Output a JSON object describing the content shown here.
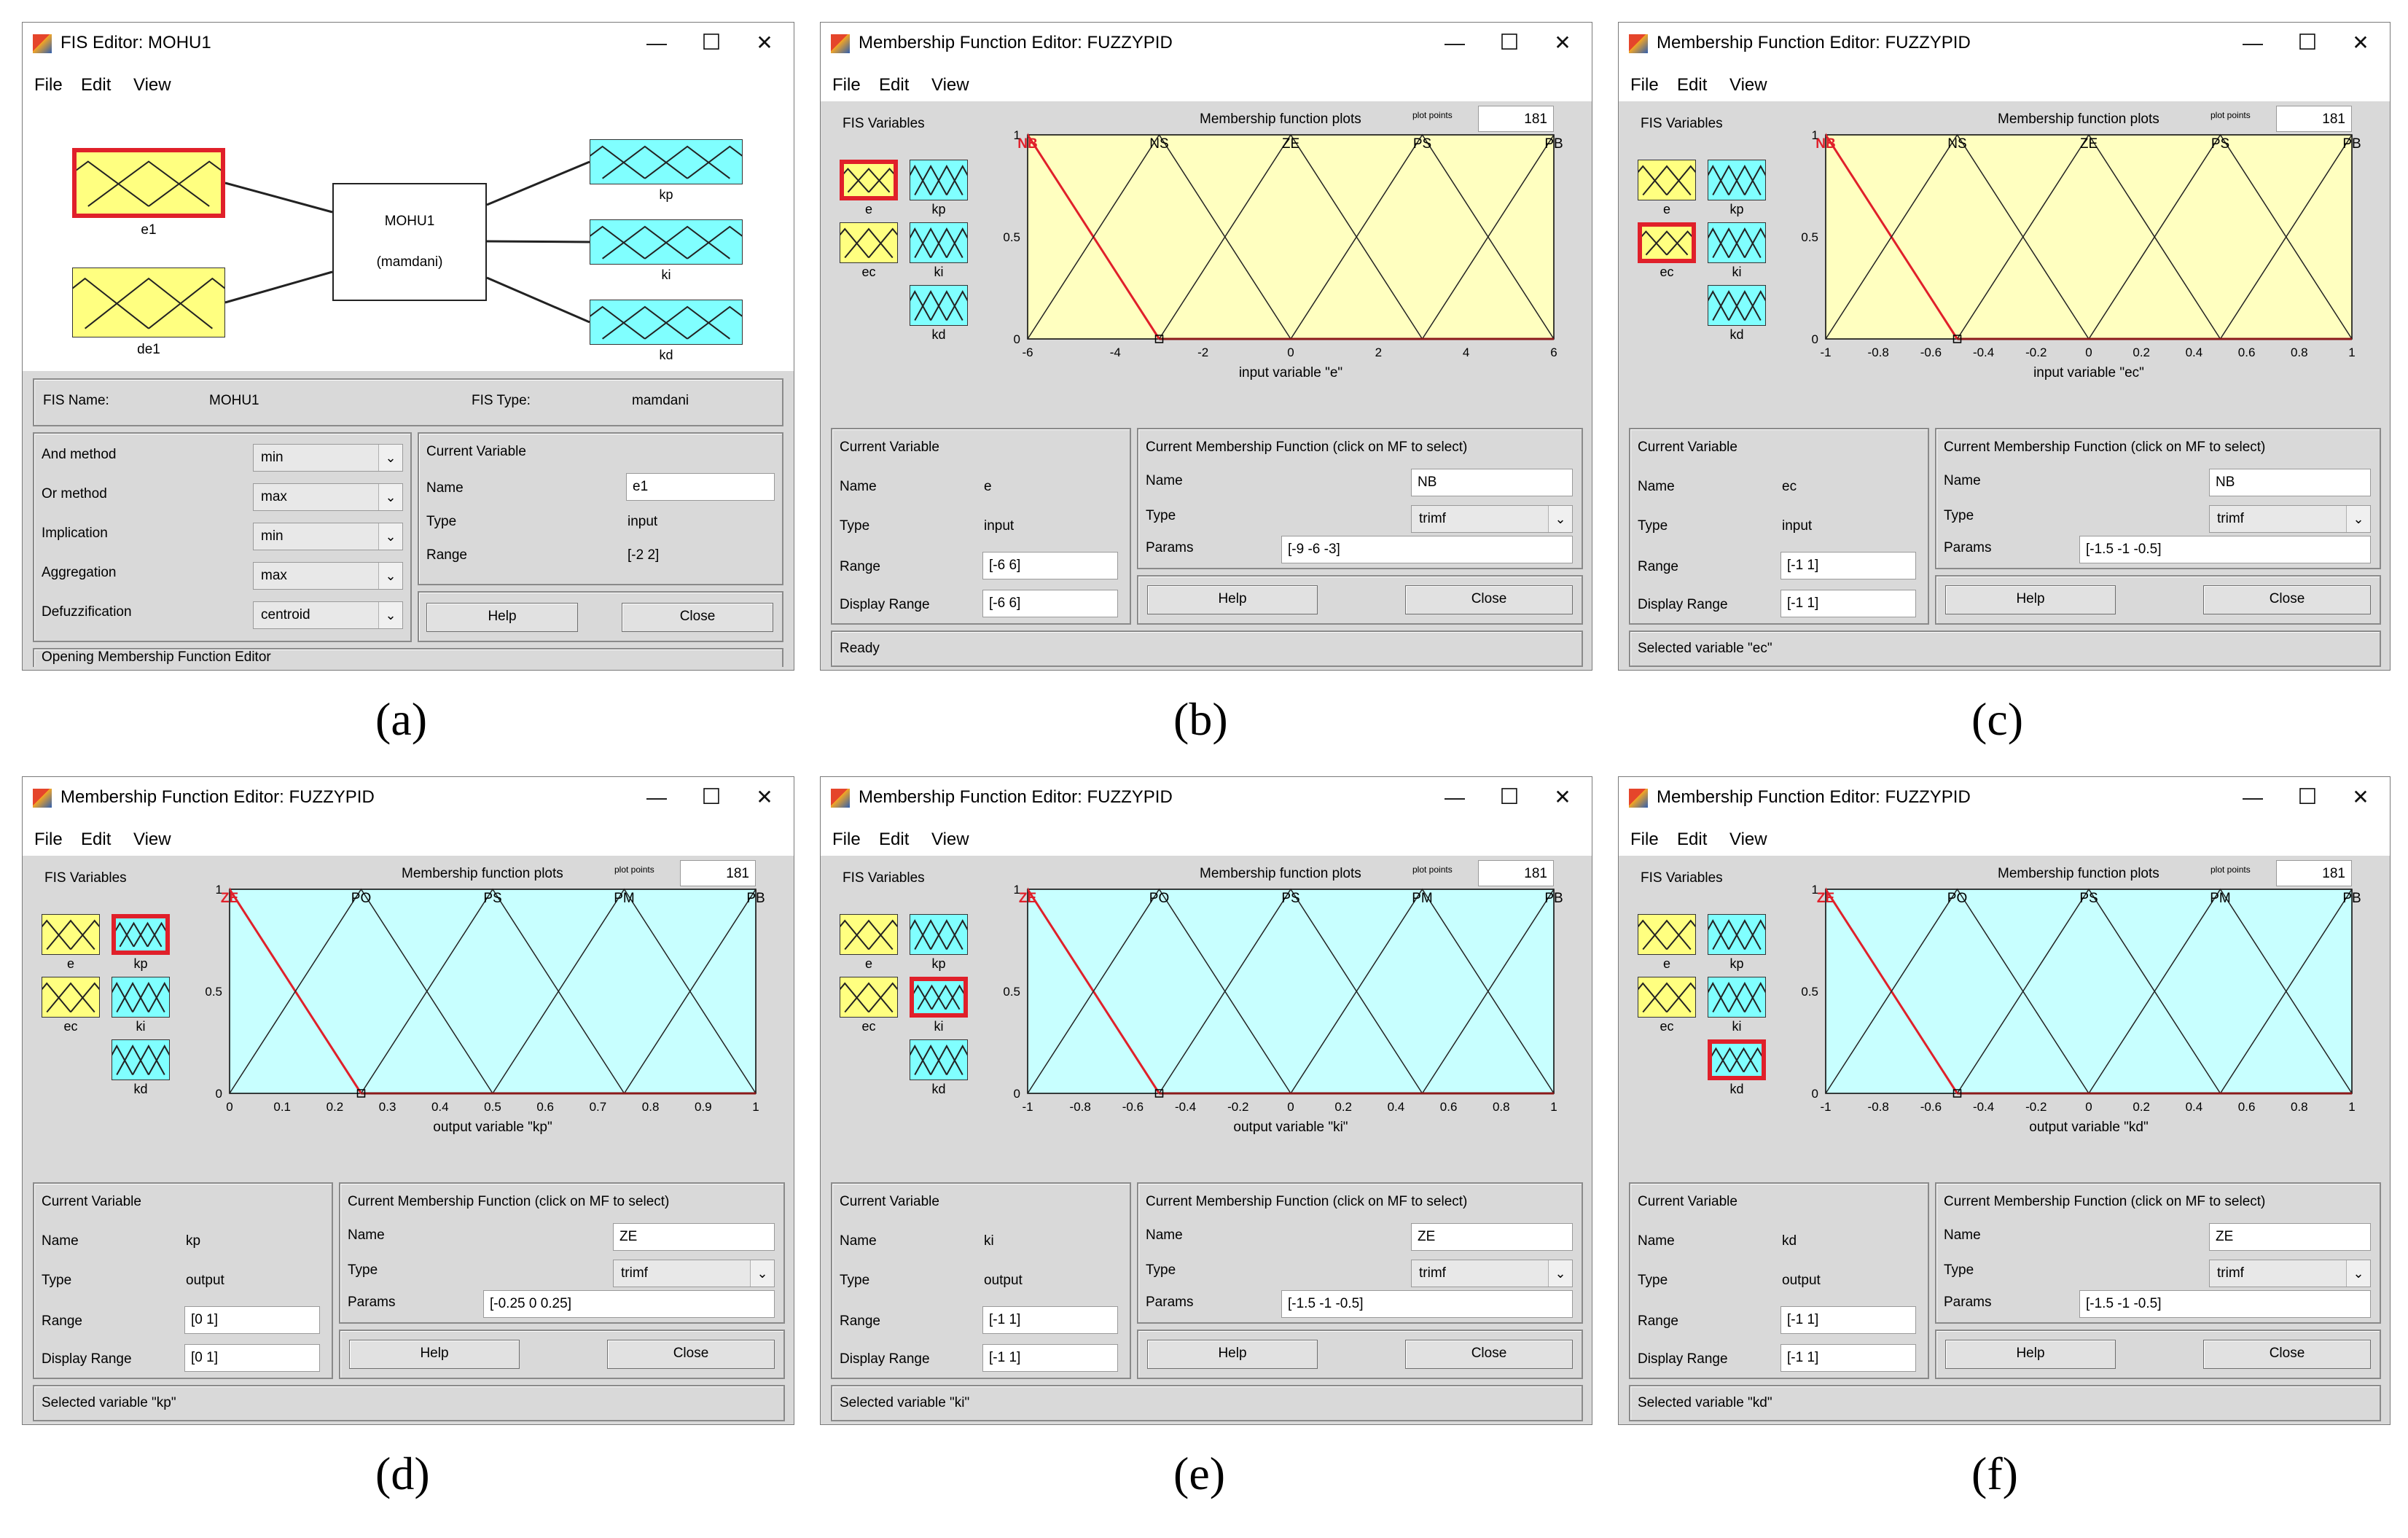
{
  "fis_editor": {
    "caption": "(a)",
    "title": "FIS Editor: MOHU1",
    "menu": [
      "File",
      "Edit",
      "View"
    ],
    "inputs": [
      {
        "name": "e1"
      },
      {
        "name": "de1"
      }
    ],
    "outputs": [
      {
        "name": "kp"
      },
      {
        "name": "ki"
      },
      {
        "name": "kd"
      }
    ],
    "system": {
      "name": "MOHU1",
      "type": "(mamdani)"
    },
    "fis_name_label": "FIS Name:",
    "fis_name": "MOHU1",
    "fis_type_label": "FIS Type:",
    "fis_type": "mamdani",
    "methods": [
      {
        "label": "And method",
        "value": "min"
      },
      {
        "label": "Or method",
        "value": "max"
      },
      {
        "label": "Implication",
        "value": "min"
      },
      {
        "label": "Aggregation",
        "value": "max"
      },
      {
        "label": "Defuzzification",
        "value": "centroid"
      }
    ],
    "current_variable": {
      "heading": "Current Variable",
      "name_label": "Name",
      "name": "e1",
      "type_label": "Type",
      "type": "input",
      "range_label": "Range",
      "range": "[-2 2]"
    },
    "help_label": "Help",
    "close_label": "Close",
    "status": "Opening Membership Function Editor"
  },
  "mf_common": {
    "menu": [
      "File",
      "Edit",
      "View"
    ],
    "fis_variables_label": "FIS Variables",
    "plots_label": "Membership function plots",
    "plot_points_label": "plot points",
    "plot_points": "181",
    "current_variable_heading": "Current Variable",
    "current_mf_heading": "Current Membership Function (click on MF to select)",
    "name_label": "Name",
    "type_label": "Type",
    "range_label": "Range",
    "display_range_label": "Display Range",
    "params_label": "Params",
    "help_label": "Help",
    "close_label": "Close",
    "variables": [
      {
        "name": "e",
        "kind": "input"
      },
      {
        "name": "ec",
        "kind": "input"
      },
      {
        "name": "kp",
        "kind": "output"
      },
      {
        "name": "ki",
        "kind": "output"
      },
      {
        "name": "kd",
        "kind": "output"
      }
    ],
    "input_color": "#ffffc0",
    "output_color": "#c8ffff",
    "selected_color": "#e0202a"
  },
  "mf_editors": [
    {
      "caption": "(b)",
      "title": "Membership Function Editor: FUZZYPID",
      "selected": "e",
      "var_name": "e",
      "var_type": "input",
      "range": "[-6 6]",
      "display_range": "[-6 6]",
      "mf_name": "NB",
      "mf_type": "trimf",
      "params": "[-9 -6 -3]",
      "status": "Ready",
      "chart_data": {
        "type": "line",
        "xlabel": "input variable \"e\"",
        "xlim": [
          -6,
          6
        ],
        "ylim": [
          0,
          1
        ],
        "xticks": [
          "-6",
          "-4",
          "-2",
          "0",
          "2",
          "4",
          "6"
        ],
        "yticks": [
          "0",
          "0.5",
          "1"
        ],
        "background": "#ffffc0",
        "series": [
          {
            "name": "NB",
            "x": [
              -9,
              -6,
              -3
            ],
            "y": [
              0,
              1,
              0
            ]
          },
          {
            "name": "NS",
            "x": [
              -6,
              -3,
              0
            ],
            "y": [
              0,
              1,
              0
            ]
          },
          {
            "name": "ZE",
            "x": [
              -3,
              0,
              3
            ],
            "y": [
              0,
              1,
              0
            ]
          },
          {
            "name": "PS",
            "x": [
              0,
              3,
              6
            ],
            "y": [
              0,
              1,
              0
            ]
          },
          {
            "name": "PB",
            "x": [
              3,
              6,
              9
            ],
            "y": [
              0,
              1,
              0
            ]
          }
        ]
      }
    },
    {
      "caption": "(c)",
      "title": "Membership Function Editor: FUZZYPID",
      "selected": "ec",
      "var_name": "ec",
      "var_type": "input",
      "range": "[-1 1]",
      "display_range": "[-1 1]",
      "mf_name": "NB",
      "mf_type": "trimf",
      "params": "[-1.5 -1 -0.5]",
      "status": "Selected variable \"ec\"",
      "chart_data": {
        "type": "line",
        "xlabel": "input variable \"ec\"",
        "xlim": [
          -1,
          1
        ],
        "ylim": [
          0,
          1
        ],
        "xticks": [
          "-1",
          "-0.8",
          "-0.6",
          "-0.4",
          "-0.2",
          "0",
          "0.2",
          "0.4",
          "0.6",
          "0.8",
          "1"
        ],
        "yticks": [
          "0",
          "0.5",
          "1"
        ],
        "background": "#ffffc0",
        "series": [
          {
            "name": "NB",
            "x": [
              -1.5,
              -1,
              -0.5
            ],
            "y": [
              0,
              1,
              0
            ]
          },
          {
            "name": "NS",
            "x": [
              -1,
              -0.5,
              0
            ],
            "y": [
              0,
              1,
              0
            ]
          },
          {
            "name": "ZE",
            "x": [
              -0.5,
              0,
              0.5
            ],
            "y": [
              0,
              1,
              0
            ]
          },
          {
            "name": "PS",
            "x": [
              0,
              0.5,
              1
            ],
            "y": [
              0,
              1,
              0
            ]
          },
          {
            "name": "PB",
            "x": [
              0.5,
              1,
              1.5
            ],
            "y": [
              0,
              1,
              0
            ]
          }
        ]
      }
    },
    {
      "caption": "(d)",
      "title": "Membership Function Editor: FUZZYPID",
      "selected": "kp",
      "var_name": "kp",
      "var_type": "output",
      "range": "[0 1]",
      "display_range": "[0 1]",
      "mf_name": "ZE",
      "mf_type": "trimf",
      "params": "[-0.25 0 0.25]",
      "status": "Selected variable \"kp\"",
      "chart_data": {
        "type": "line",
        "xlabel": "output variable \"kp\"",
        "xlim": [
          0,
          1
        ],
        "ylim": [
          0,
          1
        ],
        "xticks": [
          "0",
          "0.1",
          "0.2",
          "0.3",
          "0.4",
          "0.5",
          "0.6",
          "0.7",
          "0.8",
          "0.9",
          "1"
        ],
        "yticks": [
          "0",
          "0.5",
          "1"
        ],
        "background": "#c8ffff",
        "series": [
          {
            "name": "ZE",
            "x": [
              -0.25,
              0,
              0.25
            ],
            "y": [
              0,
              1,
              0
            ]
          },
          {
            "name": "PO",
            "x": [
              0,
              0.25,
              0.5
            ],
            "y": [
              0,
              1,
              0
            ]
          },
          {
            "name": "PS",
            "x": [
              0.25,
              0.5,
              0.75
            ],
            "y": [
              0,
              1,
              0
            ]
          },
          {
            "name": "PM",
            "x": [
              0.5,
              0.75,
              1
            ],
            "y": [
              0,
              1,
              0
            ]
          },
          {
            "name": "PB",
            "x": [
              0.75,
              1,
              1.25
            ],
            "y": [
              0,
              1,
              0
            ]
          }
        ]
      }
    },
    {
      "caption": "(e)",
      "title": "Membership Function Editor: FUZZYPID",
      "selected": "ki",
      "var_name": "ki",
      "var_type": "output",
      "range": "[-1 1]",
      "display_range": "[-1 1]",
      "mf_name": "ZE",
      "mf_type": "trimf",
      "params": "[-1.5 -1 -0.5]",
      "status": "Selected variable \"ki\"",
      "chart_data": {
        "type": "line",
        "xlabel": "output variable \"ki\"",
        "xlim": [
          -1,
          1
        ],
        "ylim": [
          0,
          1
        ],
        "xticks": [
          "-1",
          "-0.8",
          "-0.6",
          "-0.4",
          "-0.2",
          "0",
          "0.2",
          "0.4",
          "0.6",
          "0.8",
          "1"
        ],
        "yticks": [
          "0",
          "0.5",
          "1"
        ],
        "background": "#c8ffff",
        "series": [
          {
            "name": "ZE",
            "x": [
              -1.5,
              -1,
              -0.5
            ],
            "y": [
              0,
              1,
              0
            ]
          },
          {
            "name": "PO",
            "x": [
              -1,
              -0.5,
              0
            ],
            "y": [
              0,
              1,
              0
            ]
          },
          {
            "name": "PS",
            "x": [
              -0.5,
              0,
              0.5
            ],
            "y": [
              0,
              1,
              0
            ]
          },
          {
            "name": "PM",
            "x": [
              0,
              0.5,
              1
            ],
            "y": [
              0,
              1,
              0
            ]
          },
          {
            "name": "PB",
            "x": [
              0.5,
              1,
              1.5
            ],
            "y": [
              0,
              1,
              0
            ]
          }
        ]
      }
    },
    {
      "caption": "(f)",
      "title": "Membership Function Editor: FUZZYPID",
      "selected": "kd",
      "var_name": "kd",
      "var_type": "output",
      "range": "[-1 1]",
      "display_range": "[-1 1]",
      "mf_name": "ZE",
      "mf_type": "trimf",
      "params": "[-1.5 -1 -0.5]",
      "status": "Selected variable \"kd\"",
      "chart_data": {
        "type": "line",
        "xlabel": "output variable \"kd\"",
        "xlim": [
          -1,
          1
        ],
        "ylim": [
          0,
          1
        ],
        "xticks": [
          "-1",
          "-0.8",
          "-0.6",
          "-0.4",
          "-0.2",
          "0",
          "0.2",
          "0.4",
          "0.6",
          "0.8",
          "1"
        ],
        "yticks": [
          "0",
          "0.5",
          "1"
        ],
        "background": "#c8ffff",
        "series": [
          {
            "name": "ZE",
            "x": [
              -1.5,
              -1,
              -0.5
            ],
            "y": [
              0,
              1,
              0
            ]
          },
          {
            "name": "PO",
            "x": [
              -1,
              -0.5,
              0
            ],
            "y": [
              0,
              1,
              0
            ]
          },
          {
            "name": "PS",
            "x": [
              -0.5,
              0,
              0.5
            ],
            "y": [
              0,
              1,
              0
            ]
          },
          {
            "name": "PM",
            "x": [
              0,
              0.5,
              1
            ],
            "y": [
              0,
              1,
              0
            ]
          },
          {
            "name": "PB",
            "x": [
              0.5,
              1,
              1.5
            ],
            "y": [
              0,
              1,
              0
            ]
          }
        ]
      }
    }
  ]
}
